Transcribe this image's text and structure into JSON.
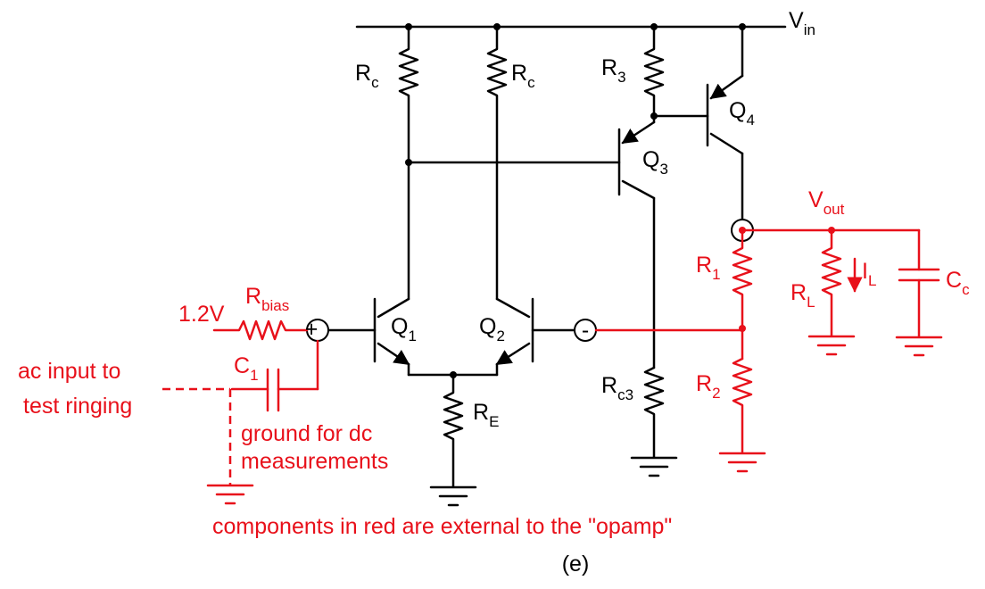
{
  "labels": {
    "vin": "V",
    "vin_sub": "in",
    "rc_left": "R",
    "rc_left_sub": "c",
    "rc_right": "R",
    "rc_right_sub": "c",
    "r3": "R",
    "r3_sub": "3",
    "q4": "Q",
    "q4_sub": "4",
    "q3": "Q",
    "q3_sub": "3",
    "q1": "Q",
    "q1_sub": "1",
    "q2": "Q",
    "q2_sub": "2",
    "re": "R",
    "re_sub": "E",
    "rc3": "R",
    "rc3_sub": "c3",
    "vout": "V",
    "vout_sub": "out",
    "r1": "R",
    "r1_sub": "1",
    "r2": "R",
    "r2_sub": "2",
    "rl": "R",
    "rl_sub": "L",
    "il": "I",
    "il_sub": "L",
    "cc": "C",
    "cc_sub": "c",
    "rbias": "R",
    "rbias_sub": "bias",
    "v12": "1.2V",
    "c1": "C",
    "c1_sub": "1",
    "plus": "+",
    "minus": "-",
    "ac_line1": "ac input to",
    "ac_line2": "test ringing",
    "gnd_line1": "ground for dc",
    "gnd_line2": "measurements",
    "note": "components in red are external to the \"opamp\"",
    "caption": "(e)"
  },
  "colors": {
    "internal": "#000000",
    "external": "#e8101a"
  }
}
